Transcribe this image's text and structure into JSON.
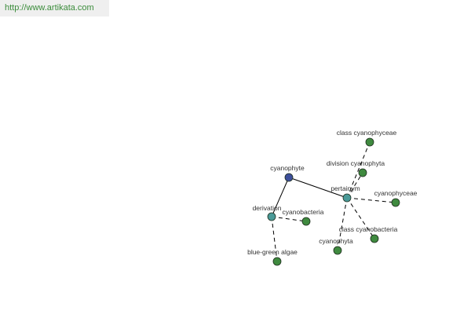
{
  "banner": {
    "url": "http://www.artikata.com"
  },
  "colors": {
    "center_node": "#3d4f9b",
    "relation_node": "#4a9a98",
    "term_node": "#3f8a3f",
    "edge": "#000000",
    "banner_text": "#3b8c3b",
    "banner_bg": "#efefef"
  },
  "graph": {
    "nodes": [
      {
        "id": "cyanophyte",
        "label": "cyanophyte",
        "kind": "center"
      },
      {
        "id": "pertainym",
        "label": "pertainym",
        "kind": "relation"
      },
      {
        "id": "derivation",
        "label": "derivation",
        "kind": "relation"
      },
      {
        "id": "class-cyanophyceae",
        "label": "class cyanophyceae",
        "kind": "term"
      },
      {
        "id": "division-cyanophyta",
        "label": "division cyanophyta",
        "kind": "term"
      },
      {
        "id": "cyanophyceae",
        "label": "cyanophyceae",
        "kind": "term"
      },
      {
        "id": "class-cyanobacteria",
        "label": "class cyanobacteria",
        "kind": "term"
      },
      {
        "id": "cyanophyta",
        "label": "cyanophyta",
        "kind": "term"
      },
      {
        "id": "cyanobacteria",
        "label": "cyanobacteria",
        "kind": "term"
      },
      {
        "id": "blue-green-algae",
        "label": "blue-green algae",
        "kind": "term"
      }
    ],
    "edges": [
      {
        "from": "cyanophyte",
        "to": "pertainym",
        "style": "solid"
      },
      {
        "from": "cyanophyte",
        "to": "derivation",
        "style": "solid"
      },
      {
        "from": "pertainym",
        "to": "class-cyanophyceae",
        "style": "dashed"
      },
      {
        "from": "pertainym",
        "to": "division-cyanophyta",
        "style": "dashed"
      },
      {
        "from": "pertainym",
        "to": "cyanophyceae",
        "style": "dashed"
      },
      {
        "from": "pertainym",
        "to": "class-cyanobacteria",
        "style": "dashed"
      },
      {
        "from": "pertainym",
        "to": "cyanophyta",
        "style": "dashed"
      },
      {
        "from": "derivation",
        "to": "cyanobacteria",
        "style": "dashed"
      },
      {
        "from": "derivation",
        "to": "blue-green-algae",
        "style": "dashed"
      }
    ]
  }
}
